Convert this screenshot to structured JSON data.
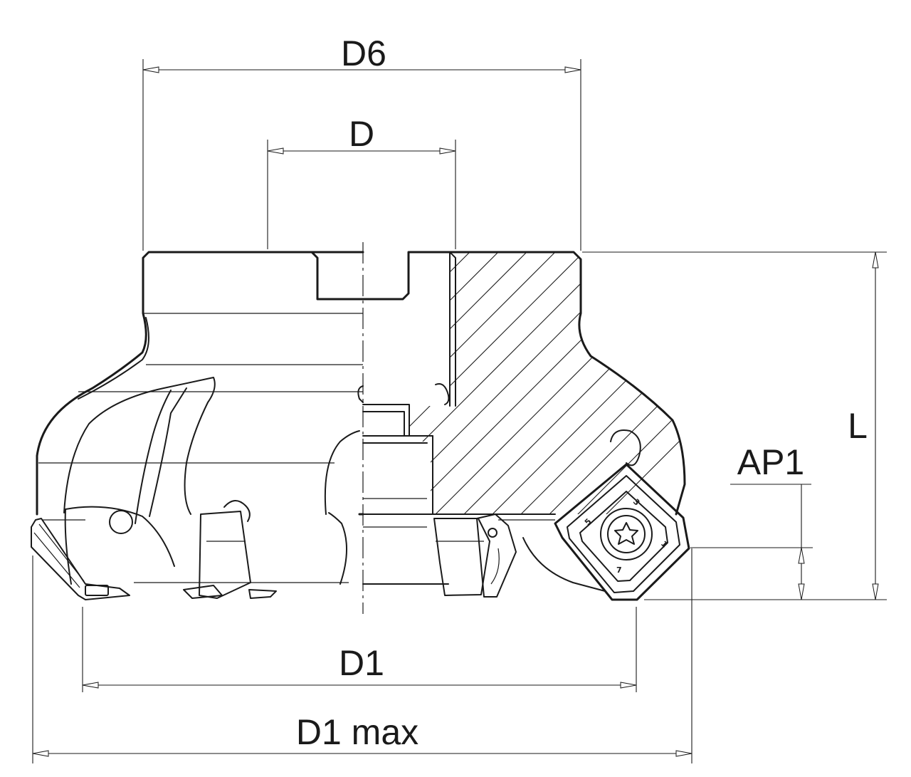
{
  "dimensions": {
    "d6": "D6",
    "d": "D",
    "l": "L",
    "ap1": "AP1",
    "d1": "D1",
    "d1max": "D1 max"
  },
  "insert_marks": [
    "1",
    "3",
    "5",
    "7"
  ],
  "colors": {
    "line": "#1a1a1a",
    "background": "#ffffff"
  }
}
